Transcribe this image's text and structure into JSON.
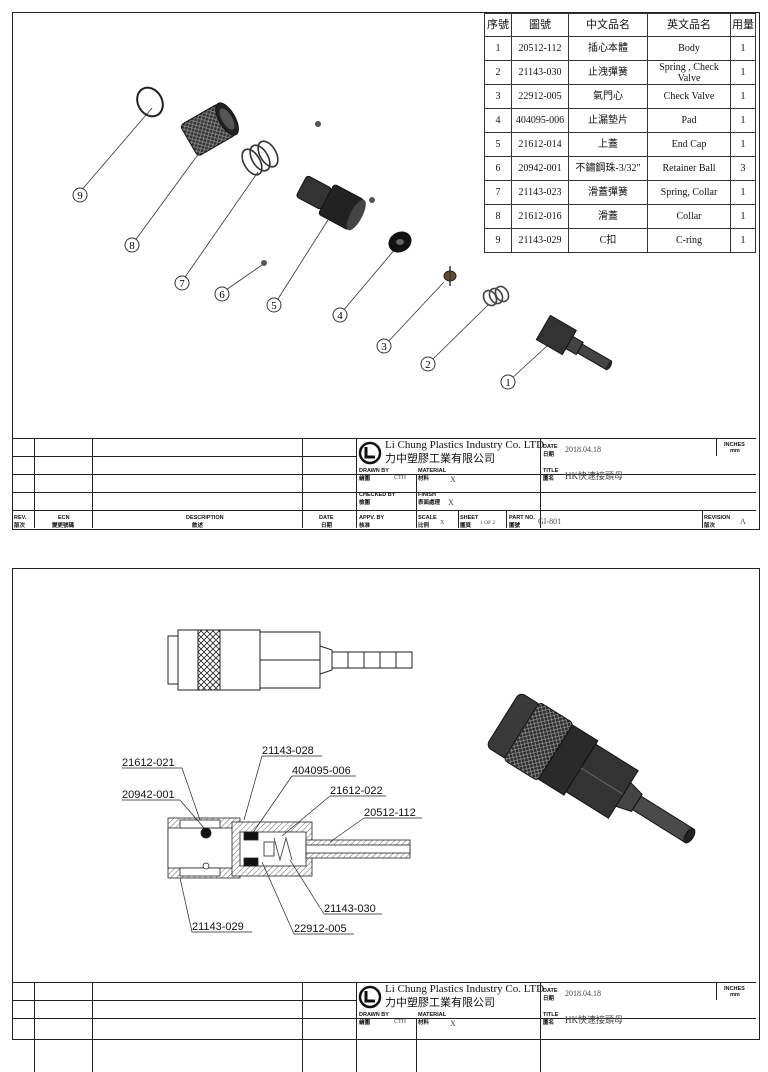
{
  "bom": {
    "headers": [
      "序號",
      "圖號",
      "中文品名",
      "英文品名",
      "用量"
    ],
    "rows": [
      [
        "1",
        "20512-112",
        "插心本體",
        "Body",
        "1"
      ],
      [
        "2",
        "21143-030",
        "止洩彈簧",
        "Spring , Check Valve",
        "1"
      ],
      [
        "3",
        "22912-005",
        "氣門心",
        "Check Valve",
        "1"
      ],
      [
        "4",
        "404095-006",
        "止漏墊片",
        "Pad",
        "1"
      ],
      [
        "5",
        "21612-014",
        "上蓋",
        "End Cap",
        "1"
      ],
      [
        "6",
        "20942-001",
        "不鏽鋼珠-3/32\"",
        "Retainer Ball",
        "3"
      ],
      [
        "7",
        "21143-023",
        "滑蓋彈簧",
        "Spring, Collar",
        "1"
      ],
      [
        "8",
        "21612-016",
        "滑蓋",
        "Collar",
        "1"
      ],
      [
        "9",
        "21143-029",
        "C扣",
        "C-ring",
        "1"
      ]
    ]
  },
  "balloons": [
    "9",
    "8",
    "7",
    "6",
    "5",
    "4",
    "3",
    "2",
    "1"
  ],
  "title_block": {
    "company_en": "Li Chung Plastics Industry Co. LTD",
    "company_zh": "力中塑膠工業有限公司",
    "date_label": "DATE",
    "date_label_zh": "日期",
    "date": "2018.04.18",
    "units_label": "INCHES",
    "units": "mm",
    "drawn_by_label": "DRAWN BY",
    "drawn_by_label_zh": "繪圖",
    "drawn_by": "CTH",
    "material_label": "MATERIAL",
    "material_label_zh": "材料",
    "material": "X",
    "title_label": "TITLE",
    "title_label_zh": "圖名",
    "title": "HK快速接頭母",
    "checked_by_label": "CHECKED BY",
    "checked_by_label_zh": "檢圖",
    "finish_label": "FINISH",
    "finish_label_zh": "表面處理",
    "finish": "X",
    "rev_label": "REV.",
    "rev_label_zh": "版次",
    "ecn_label": "ECN",
    "ecn_label_zh": "變更號碼",
    "description_label": "DESCRIPTION",
    "description_label_zh": "敘述",
    "rev_date_label": "DATE",
    "rev_date_label_zh": "日期",
    "appv_label": "APPV. BY",
    "appv_label_zh": "核准",
    "scale_label": "SCALE",
    "scale_label_zh": "比例",
    "scale": "X",
    "sheet_label": "SHEET",
    "sheet_label_zh": "圖頁",
    "sheet": "1 OF 2",
    "part_no_label": "PART NO.",
    "part_no_label_zh": "圖號",
    "part_no": "GI-801",
    "revision_label": "REVISION",
    "revision_label_zh": "版次",
    "revision": "A"
  },
  "section_labels": {
    "l1": "21612-021",
    "l2": "21143-028",
    "l3": "404095-006",
    "l4": "21612-022",
    "l5": "20942-001",
    "l6": "20512-112",
    "l7": "21143-030",
    "l8": "21143-029",
    "l9": "22912-005"
  }
}
